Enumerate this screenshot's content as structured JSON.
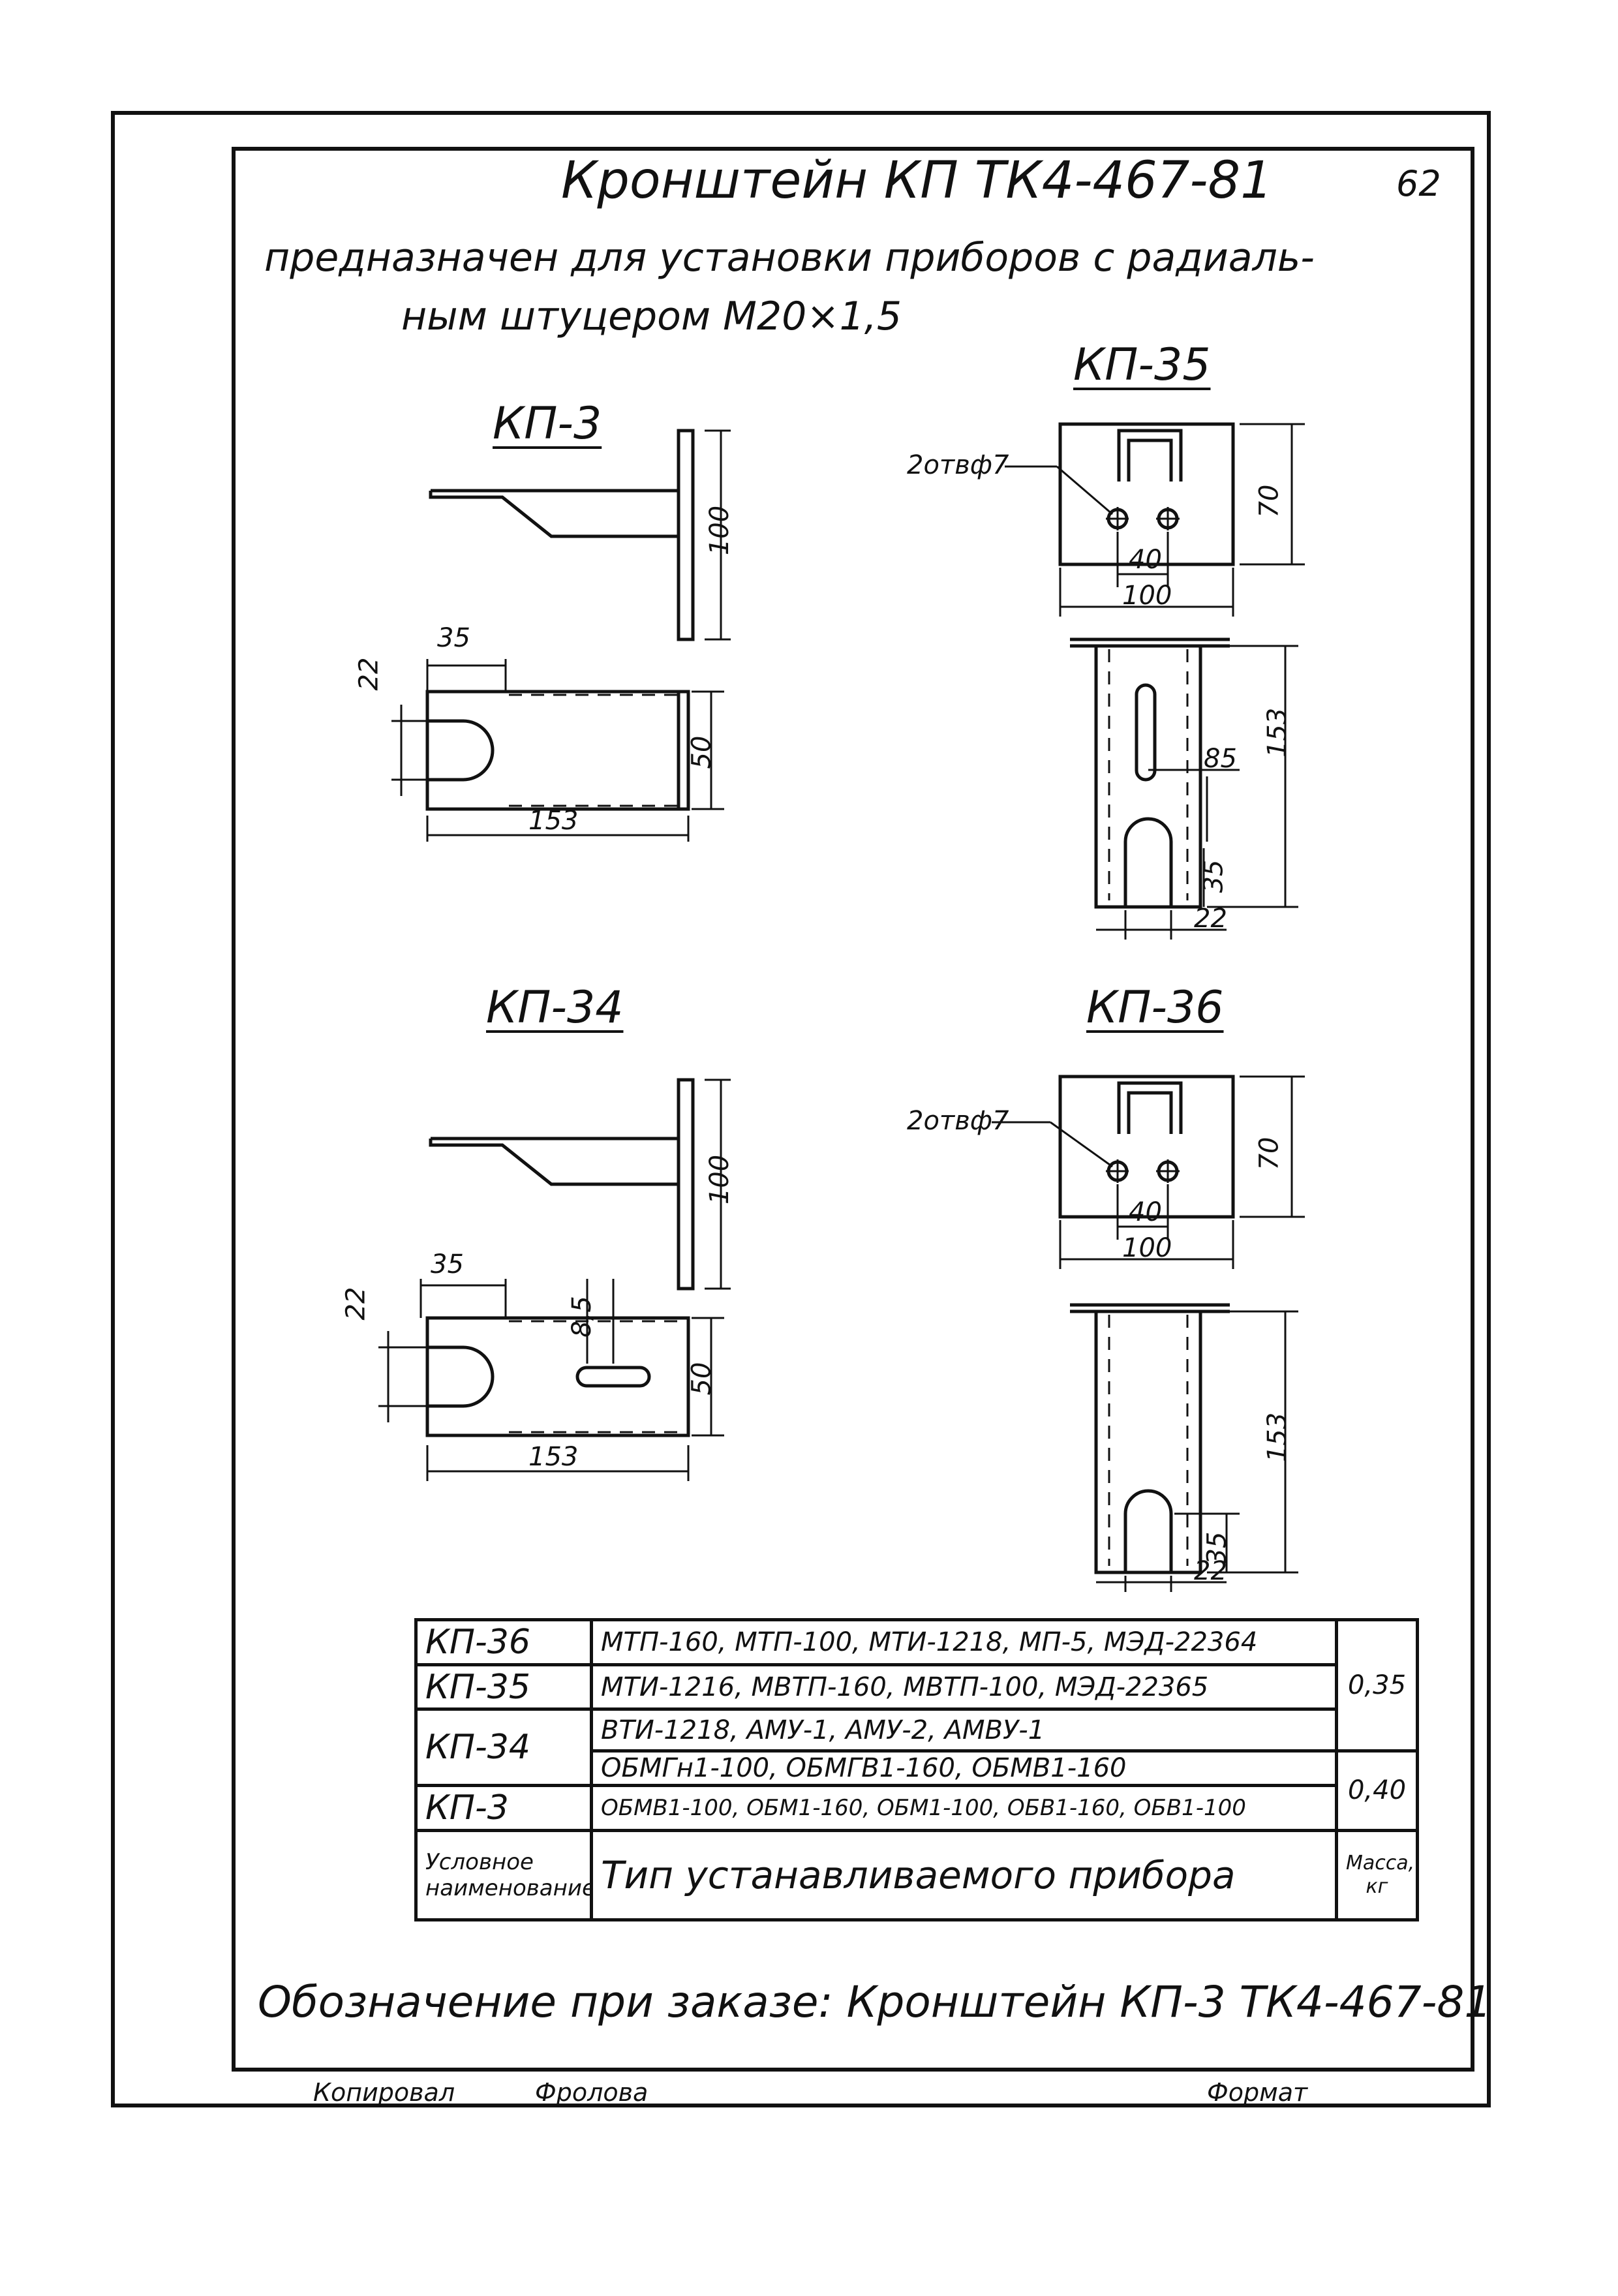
{
  "header": {
    "page_number": "62",
    "title": "Кронштейн КП ТК4-467-81",
    "subtitle_line1": "предназначен для установки приборов с радиаль-",
    "subtitle_line2": "ным штуцером М20×1,5"
  },
  "drawings": {
    "kp3": {
      "label": "КП-3",
      "dims": {
        "height": "100",
        "slot_offset": "35",
        "slot_width": "22",
        "width": "50",
        "length": "153"
      }
    },
    "kp35": {
      "label": "КП-35",
      "holes_note": "2отвф7",
      "dims": {
        "height": "70",
        "hole_spacing": "40",
        "width": "100",
        "length": "153",
        "slot_len": "85",
        "slot_offset": "35",
        "slot_width": "22"
      }
    },
    "kp34": {
      "label": "КП-34",
      "dims": {
        "height": "100",
        "slot_offset": "35",
        "slot_small": "8,5",
        "slot_width": "22",
        "width": "50",
        "length": "153"
      }
    },
    "kp36": {
      "label": "КП-36",
      "holes_note": "2отвф7",
      "dims": {
        "height": "70",
        "hole_spacing": "40",
        "width": "100",
        "length": "153",
        "slot_offset": "35",
        "slot_width": "22"
      }
    }
  },
  "spec_table": {
    "rows": [
      {
        "name": "КП-36",
        "devices": "МТП-160, МТП-100, МТИ-1218, МП-5, МЭД-22364"
      },
      {
        "name": "КП-35",
        "devices": "МТИ-1216, МВТП-160, МВТП-100, МЭД-22365"
      },
      {
        "name": "КП-34",
        "devices": "ВТИ-1218, АМУ-1, АМУ-2, АМВУ-1"
      },
      {
        "name": "КП-3",
        "devices": "ОБМГн1-100, ОБМГВ1-160, ОБМВ1-160"
      },
      {
        "name": "",
        "devices": "ОБМВ1-100, ОБМ1-160, ОБМ1-100, ОБВ1-160, ОБВ1-100"
      }
    ],
    "mass_a": "0,35",
    "mass_b": "0,40",
    "header_name_line1": "Условное",
    "header_name_line2": "наименование",
    "header_type": "Тип устанавливаемого прибора",
    "header_mass_line1": "Масса,",
    "header_mass_line2": "кг"
  },
  "order_note": "Обозначение при заказе: Кронштейн КП-3 ТК4-467-81",
  "footer": {
    "copied_label": "Копировал",
    "copied_by": "Фролова",
    "format_label": "Формат"
  }
}
